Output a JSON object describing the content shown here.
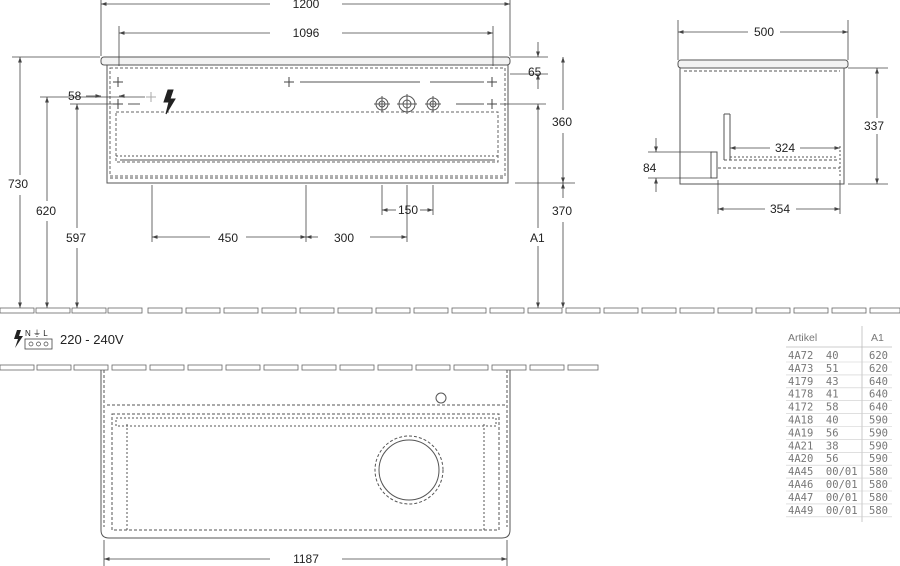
{
  "dimensions": {
    "overall_width": "1200",
    "inner_width": "1096",
    "top_thickness": "65",
    "left_offset": "58",
    "body_height": "360",
    "floor_gap": "370",
    "total_height": "730",
    "height_620": "620",
    "height_597": "597",
    "a1_label": "A1",
    "spacing_450": "450",
    "spacing_300": "300",
    "spacing_150": "150",
    "depth": "500",
    "side_height": "337",
    "inner_depth": "324",
    "drawer_height": "84",
    "drawer_depth": "354",
    "bottom_width": "1187"
  },
  "electrical": {
    "symbol_letters": "N ⏚ L",
    "voltage": "220 - 240V"
  },
  "table": {
    "col1": "Artikel",
    "col2": "A1",
    "rows": [
      {
        "artikel": "4A72  40",
        "a1": "620"
      },
      {
        "artikel": "4A73  51",
        "a1": "620"
      },
      {
        "artikel": "4179  43",
        "a1": "640"
      },
      {
        "artikel": "4178  41",
        "a1": "640"
      },
      {
        "artikel": "4172  58",
        "a1": "640"
      },
      {
        "artikel": "4A18  40",
        "a1": "590"
      },
      {
        "artikel": "4A19  56",
        "a1": "590"
      },
      {
        "artikel": "4A21  38",
        "a1": "590"
      },
      {
        "artikel": "4A20  56",
        "a1": "590"
      },
      {
        "artikel": "4A45  00/01",
        "a1": "580"
      },
      {
        "artikel": "4A46  00/01",
        "a1": "580"
      },
      {
        "artikel": "4A47  00/01",
        "a1": "580"
      },
      {
        "artikel": "4A49  00/01",
        "a1": "580"
      }
    ]
  }
}
